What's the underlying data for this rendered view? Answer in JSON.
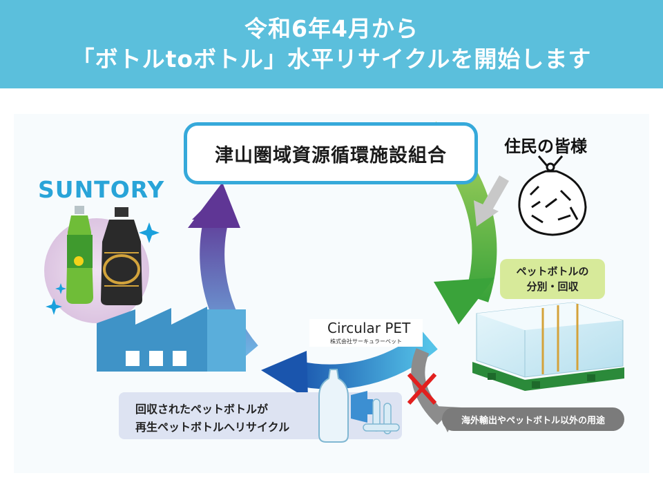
{
  "banner": {
    "line1": "令和6年4月から",
    "line2": "「ボトルtoボトル」水平リサイクルを開始します"
  },
  "organization": {
    "name": "津山圏域資源循環施設組合"
  },
  "residents": {
    "label": "住民の皆様"
  },
  "brand": {
    "name": "SUNTORY"
  },
  "sorting": {
    "line1": "ペットボトルの",
    "line2": "分別・回収"
  },
  "recycler": {
    "name": "Circular PET",
    "company": "株式会社サーキュラーペット"
  },
  "recycle_note": {
    "line1": "回収されたペットボトルが",
    "line2": "再生ペットボトルへリサイクル"
  },
  "excluded": {
    "label": "海外輸出やペットボトル以外の用途"
  },
  "colors": {
    "banner": "#5bbfdc",
    "box_border": "#36a9da",
    "arrow_green": "#5cb531",
    "arrow_blue": "#1d64b5",
    "arrow_purple": "#6a3f9d",
    "brand": "#29a4d8",
    "sort_label": "#d7ea9a",
    "cross": "#e2201f"
  },
  "icons": [
    "garbage-bag-icon",
    "bottles-icon",
    "factory-icon",
    "bale-icon",
    "preform-icon",
    "cross-icon",
    "sparkle-icon"
  ]
}
